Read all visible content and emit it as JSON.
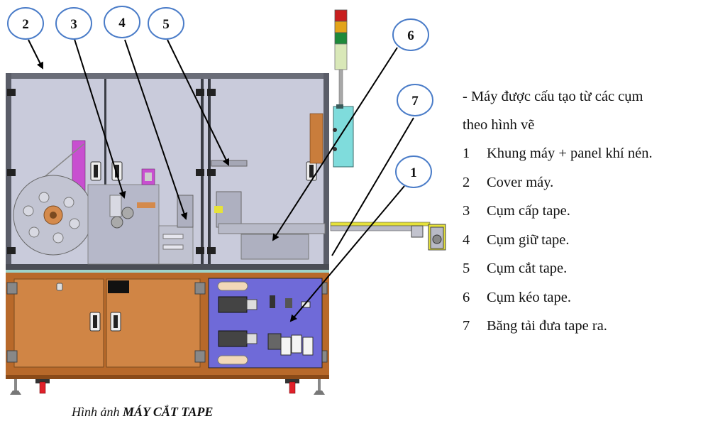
{
  "figure": {
    "title": "Máy cắt tape - cấu tạo",
    "callouts": [
      {
        "id": "2",
        "label": "2"
      },
      {
        "id": "3",
        "label": "3"
      },
      {
        "id": "4",
        "label": "4"
      },
      {
        "id": "5",
        "label": "5"
      },
      {
        "id": "6",
        "label": "6"
      },
      {
        "id": "7",
        "label": "7"
      },
      {
        "id": "1",
        "label": "1"
      }
    ],
    "colors": {
      "callout_ring": "#4a7cc8",
      "cover_glass": "#c9cbdb",
      "frame_orange": "#c97d3c",
      "pneumatic_panel": "#6f6ad8",
      "conveyor_yellow": "#e6e23a",
      "reel_arm_magenta": "#c84fd0",
      "control_box_cyan": "#7fdcdc",
      "caster_red": "#e0202a"
    },
    "tower_light": [
      "red",
      "amber",
      "green",
      "white"
    ]
  },
  "description": {
    "intro_line1": "- Máy được cấu tạo từ các cụm",
    "intro_line2": "theo hình vẽ",
    "items": [
      {
        "num": "1",
        "text": "Khung máy + panel khí nén."
      },
      {
        "num": "2",
        "text": "Cover máy."
      },
      {
        "num": "3",
        "text": "Cụm cấp tape."
      },
      {
        "num": "4",
        "text": "Cụm giữ tape."
      },
      {
        "num": "5",
        "text": "Cụm cắt tape."
      },
      {
        "num": "6",
        "text": "Cụm kéo tape."
      },
      {
        "num": "7",
        "text": "Băng tải đưa tape ra."
      }
    ]
  },
  "caption": {
    "prefix": "Hình ảnh ",
    "title": "MÁY CẮT TAPE"
  }
}
